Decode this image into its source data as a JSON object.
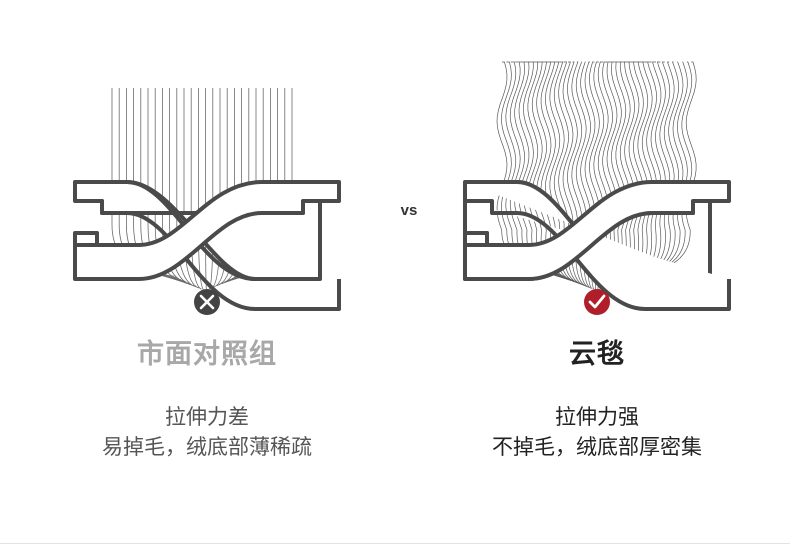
{
  "vs_label": "vs",
  "left": {
    "title": "市面对照组",
    "line1": "拉伸力差",
    "line2": "易掉毛，绒底部薄稀疏",
    "status_icon": "cross-icon",
    "title_color": "#a8a8a8",
    "text_color": "#555555",
    "badge_color": "#444444"
  },
  "right": {
    "title": "云毯",
    "line1": "拉伸力强",
    "line2": "不掉毛，绒底部厚密集",
    "status_icon": "check-icon",
    "title_color": "#222222",
    "text_color": "#222222",
    "badge_color": "#b01e2a"
  }
}
